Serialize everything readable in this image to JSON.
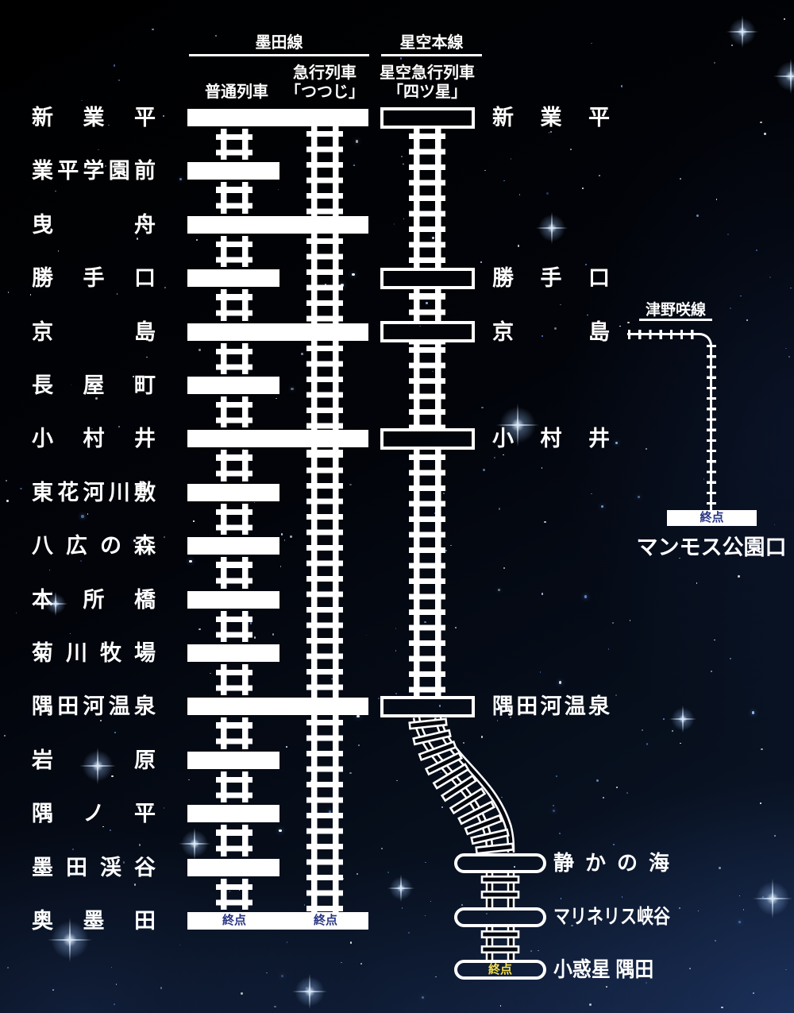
{
  "header": {
    "sumida_line_name": "墨田線",
    "hoshizora_line_name": "星空本線",
    "local_train_label": "普通列車",
    "express_train_label_line1": "急行列車",
    "express_train_label_line2": "「つつじ」",
    "hoshizora_express_label_line1": "星空急行列車",
    "hoshizora_express_label_line2": "「四ツ星」"
  },
  "stations": [
    {
      "name": "新業平",
      "type": "wide",
      "hoshizora_stop": true,
      "right_label": "新業平"
    },
    {
      "name": "業平学園前",
      "type": "narrow",
      "hoshizora_stop": false
    },
    {
      "name": "曳舟",
      "type": "wide",
      "hoshizora_stop": false
    },
    {
      "name": "勝手口",
      "type": "narrow",
      "hoshizora_stop": true,
      "right_label": "勝手口"
    },
    {
      "name": "京島",
      "type": "wide",
      "hoshizora_stop": true,
      "right_label": "京島"
    },
    {
      "name": "長屋町",
      "type": "narrow",
      "hoshizora_stop": false
    },
    {
      "name": "小村井",
      "type": "wide",
      "hoshizora_stop": true,
      "right_label": "小村井"
    },
    {
      "name": "東花河川敷",
      "type": "narrow",
      "hoshizora_stop": false
    },
    {
      "name": "八広の森",
      "type": "narrow",
      "hoshizora_stop": false
    },
    {
      "name": "本所橋",
      "type": "narrow",
      "hoshizora_stop": false
    },
    {
      "name": "菊川牧場",
      "type": "narrow",
      "hoshizora_stop": false
    },
    {
      "name": "隅田河温泉",
      "type": "wide",
      "hoshizora_stop": true,
      "right_label": "隅田河温泉"
    },
    {
      "name": "岩原",
      "type": "narrow",
      "hoshizora_stop": false
    },
    {
      "name": "隅ノ平",
      "type": "narrow",
      "hoshizora_stop": false
    },
    {
      "name": "墨田渓谷",
      "type": "narrow",
      "hoshizora_stop": false
    },
    {
      "name": "奥墨田",
      "type": "terminus",
      "hoshizora_stop": false,
      "terminus_labels": [
        "終点",
        "終点"
      ]
    }
  ],
  "tsunosaki_branch": {
    "line_name": "津野咲線",
    "terminus_badge": "終点",
    "terminus_station_name": "マンモス公園口"
  },
  "hoshizora_extension_stations": [
    {
      "name": "静かの海"
    },
    {
      "name": "マリネリス峡谷"
    },
    {
      "name": "小惑星 隅田",
      "terminus_badge": "終点"
    }
  ],
  "colors": {
    "track_white": "#ffffff",
    "terminus_text_navy": "#283583",
    "terminus_text_yellow": "#f4e04a",
    "star_blue": "#5b86d6"
  }
}
